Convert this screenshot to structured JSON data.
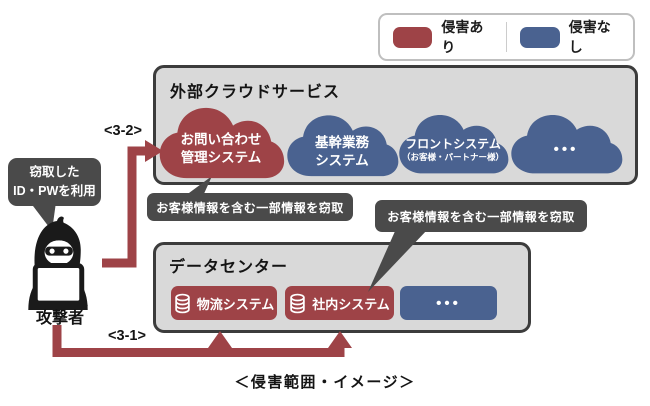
{
  "legend": {
    "items": [
      {
        "label": "侵害あり",
        "color": "#9e4347"
      },
      {
        "label": "侵害なし",
        "color": "#4a6290"
      }
    ]
  },
  "cloud_section": {
    "title": "外部クラウドサービス",
    "clouds": [
      {
        "label_lines": [
          "お問い合わせ",
          "管理システム"
        ],
        "status": "侵害あり"
      },
      {
        "label_lines": [
          "基幹業務",
          "システム"
        ],
        "status": "侵害なし"
      },
      {
        "label_lines": [
          "フロントシステム",
          "（お客様・パートナー様）"
        ],
        "status": "侵害なし"
      },
      {
        "label_lines": [
          "•••"
        ],
        "status": "侵害なし"
      }
    ],
    "callout": "お客様情報を含む一部情報を窃取"
  },
  "datacenter_section": {
    "title": "データセンター",
    "systems": [
      {
        "label": "物流システム",
        "status": "侵害あり",
        "icon": "database-icon"
      },
      {
        "label": "社内システム",
        "status": "侵害あり",
        "icon": "database-icon"
      },
      {
        "label": "•••",
        "status": "侵害なし"
      }
    ],
    "callout": "お客様情報を含む一部情報を窃取"
  },
  "attacker": {
    "label": "攻撃者",
    "bubble_lines": [
      "窃取した",
      "ID・PWを利用"
    ]
  },
  "attack_steps": {
    "to_cloud": "<3-2>",
    "to_datacenter": "<3-1>"
  },
  "caption": "＜侵害範囲・イメージ＞",
  "colors": {
    "breached": "#9e4347",
    "safe": "#4a6290",
    "panel_bg": "#d9d9d9",
    "panel_border": "#3c3c3c",
    "dark_label_bg": "#4a4a4a",
    "arrow": "#9e4347"
  }
}
